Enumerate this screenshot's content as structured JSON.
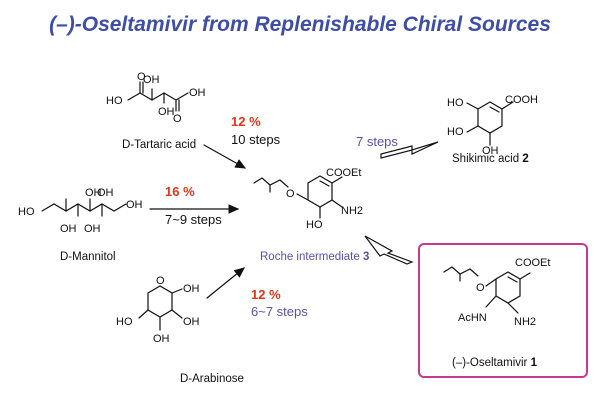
{
  "title": "(–)-Oseltamivir from Replenishable Chiral Sources",
  "colors": {
    "title": "#3e4ea6",
    "yield": "#e0371a",
    "purple_text": "#5b4fa8",
    "box_border": "#c43a8e",
    "structure": "#111111"
  },
  "routes": [
    {
      "source": "D-Tartaric acid",
      "yield": "12 %",
      "steps": "10 steps"
    },
    {
      "source": "D-Mannitol",
      "yield": "16 %",
      "steps": "7~9 steps"
    },
    {
      "source": "D-Arabinose",
      "yield": "12 %",
      "steps": "6~7 steps"
    },
    {
      "source": "Shikimic acid",
      "source_number": "2",
      "steps": "7 steps"
    }
  ],
  "intermediate": {
    "name": "Roche intermediate",
    "number": "3"
  },
  "product": {
    "name": "(–)-Oseltamivir",
    "number": "1"
  },
  "atom_labels": {
    "tartaric": [
      "HO",
      "OH",
      "O",
      "OH",
      "O",
      "OH"
    ],
    "mannitol": [
      "OH",
      "OH",
      "HO",
      "OH",
      "OH",
      "OH"
    ],
    "arabinose": [
      "O",
      "OH",
      "HO",
      "OH",
      "OH"
    ],
    "shikimic": [
      "COOH",
      "HO",
      "HO",
      "OH"
    ],
    "roche": [
      "COOEt",
      "O",
      "HO",
      "NH2"
    ],
    "oseltamivir": [
      "COOEt",
      "O",
      "AcHN",
      "NH2"
    ]
  }
}
